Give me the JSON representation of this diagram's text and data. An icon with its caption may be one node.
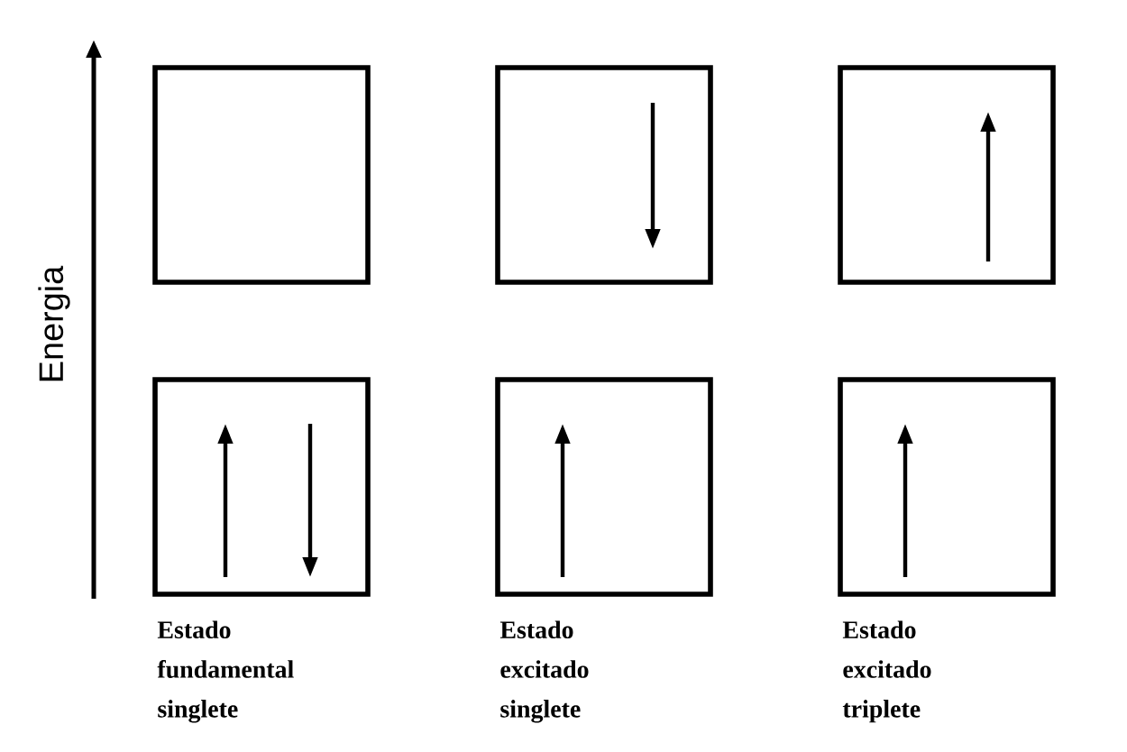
{
  "diagram": {
    "nodes": [
      {
        "text": [],
        "shape": "box"
      },
      {
        "text": [],
        "shape": "box"
      },
      {
        "text": [],
        "shape": "box"
      },
      {
        "text": [],
        "shape": "box",
        "beside": [
          "Estado fundamental singlete"
        ]
      },
      {
        "text": [],
        "shape": "box",
        "beside": [
          "Estado excitado singlete"
        ]
      },
      {
        "text": [],
        "shape": "box",
        "beside": [
          "Estado excitado triplete"
        ]
      }
    ],
    "labels": [
      "Energia"
    ]
  }
}
